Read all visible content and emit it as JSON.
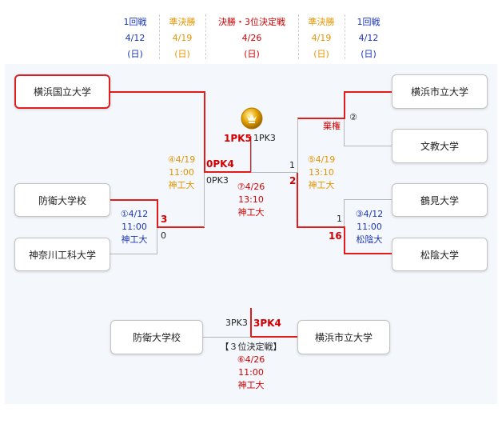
{
  "header": {
    "col1": {
      "round": "1回戦",
      "date": "4/12",
      "day": "(日)"
    },
    "col2": {
      "round": "準決勝",
      "date": "4/19",
      "day": "(日)"
    },
    "col3": {
      "round": "決勝・3位決定戦",
      "date": "4/26",
      "day": "(日)"
    },
    "col4": {
      "round": "準決勝",
      "date": "4/19",
      "day": "(日)"
    },
    "col5": {
      "round": "1回戦",
      "date": "4/12",
      "day": "(日)"
    }
  },
  "teams": {
    "yokohama_kokuritsu": "横浜国立大学",
    "boei": "防衛大学校",
    "kanagawa_koka": "神奈川工科大学",
    "yokohama_shiritsu": "横浜市立大学",
    "bunkyo": "文教大学",
    "tsurumi": "鶴見大学",
    "shoin": "松陰大学",
    "third_left": "防衛大学校",
    "third_right": "横浜市立大学"
  },
  "matches": {
    "m1": {
      "no": "①4/12",
      "time": "11:00",
      "venue": "神工大",
      "score_top": "3",
      "score_bottom": "0"
    },
    "m2": {
      "mark": "②",
      "note": "棄権"
    },
    "m3": {
      "no": "③4/12",
      "time": "11:00",
      "venue": "松陰大",
      "score_top": "1",
      "score_bottom": "16"
    },
    "m4": {
      "no": "④4/19",
      "time": "11:00",
      "venue": "神工大",
      "score_top": "0PK4",
      "score_bottom": "0PK3"
    },
    "m5": {
      "no": "⑤4/19",
      "time": "13:10",
      "venue": "神工大",
      "score_top": "1",
      "score_bottom": "2"
    },
    "m7": {
      "no": "⑦4/26",
      "time": "13:10",
      "venue": "神工大",
      "score_left": "1PK5",
      "score_right": "1PK3"
    },
    "m6": {
      "title": "【３位決定戦】",
      "no": "⑥4/26",
      "time": "11:00",
      "venue": "神工大",
      "score_left": "3PK3",
      "score_right": "3PK4"
    }
  },
  "colors": {
    "winner_line": "#e41b1b",
    "loser_line": "#b6b6b6",
    "round1": "#1b36b5",
    "semi": "#e59400",
    "final": "#d40000"
  }
}
